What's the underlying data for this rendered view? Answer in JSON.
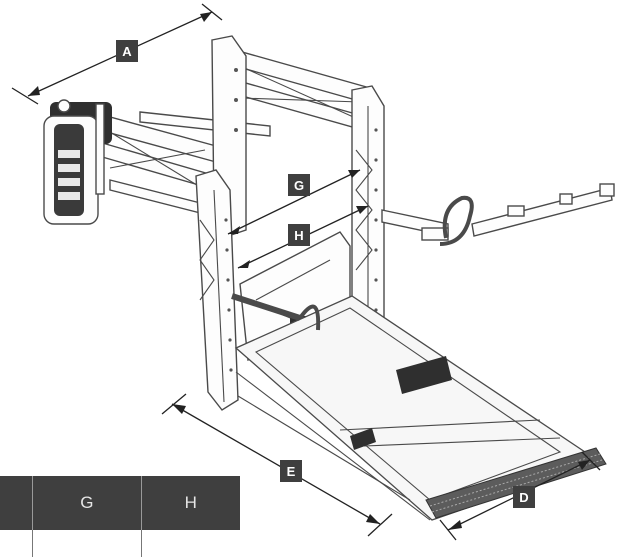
{
  "callouts": {
    "a": "A",
    "g": "G",
    "h": "H",
    "e": "E",
    "d": "D"
  },
  "table": {
    "headers": [
      "",
      "G",
      "H"
    ],
    "row_text": [
      "",
      "",
      ""
    ]
  },
  "colors": {
    "callout_fill": "#3f3f3f",
    "line": "#4a4a4a"
  }
}
